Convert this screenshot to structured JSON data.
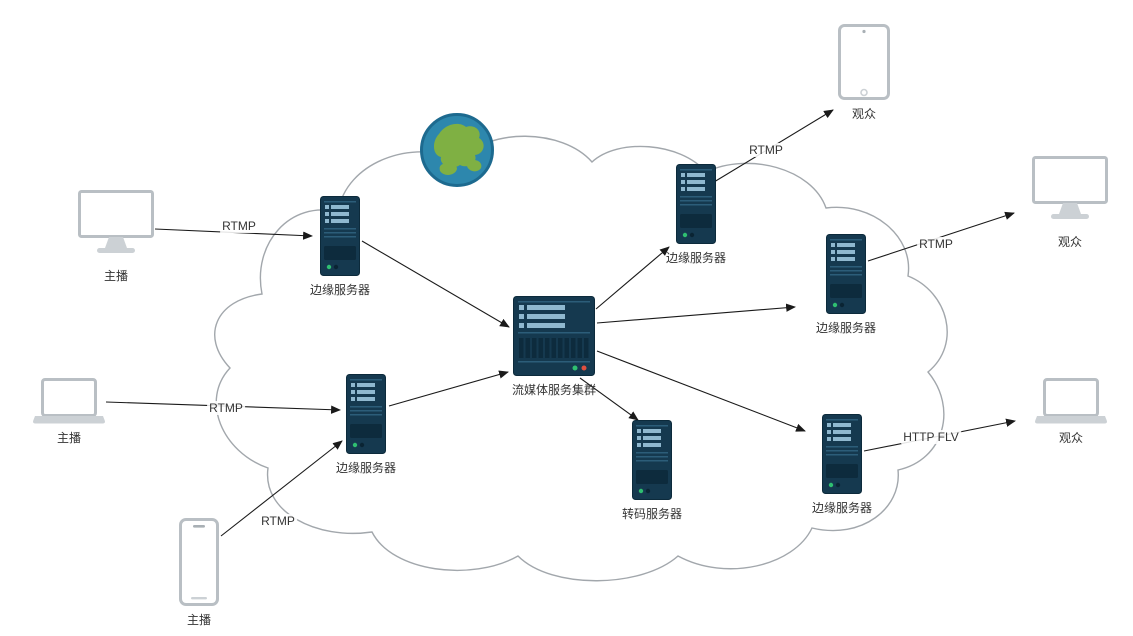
{
  "colors": {
    "server_body": "#15394f",
    "server_stripe": "#8fb8cf",
    "server_line": "#2c5d79",
    "server_panel": "#0d2b3d",
    "led_green": "#2fbf71",
    "led_red": "#e04f3f",
    "globe_ocean": "#2d87ad",
    "globe_land": "#7fb043",
    "device_frame": "#b9bfc4",
    "device_base": "#ccd1d5",
    "cloud_stroke": "#a2a7ac",
    "arrow": "#1a1a1a",
    "label_text": "#333333"
  },
  "nodes": {
    "broadcaster_desktop": {
      "label": "主播",
      "icon": "desktop-monitor-icon"
    },
    "broadcaster_laptop": {
      "label": "主播",
      "icon": "laptop-icon"
    },
    "broadcaster_phone": {
      "label": "主播",
      "icon": "smartphone-icon"
    },
    "edge_server_top_left": {
      "label": "边缘服务器",
      "icon": "server-icon"
    },
    "edge_server_bottom_left": {
      "label": "边缘服务器",
      "icon": "server-icon"
    },
    "streaming_cluster": {
      "label": "流媒体服务集群",
      "icon": "server-cluster-icon"
    },
    "edge_server_top_right": {
      "label": "边缘服务器",
      "icon": "server-icon"
    },
    "transcode_server": {
      "label": "转码服务器",
      "icon": "server-icon"
    },
    "edge_server_right": {
      "label": "边缘服务器",
      "icon": "server-icon"
    },
    "edge_server_bottom_right": {
      "label": "边缘服务器",
      "icon": "server-icon"
    },
    "viewer_tablet": {
      "label": "观众",
      "icon": "tablet-icon"
    },
    "viewer_monitor": {
      "label": "观众",
      "icon": "desktop-monitor-icon"
    },
    "viewer_laptop": {
      "label": "观众",
      "icon": "laptop-icon"
    },
    "internet_globe": {
      "label": "",
      "icon": "globe-icon"
    }
  },
  "edges": [
    {
      "from": "broadcaster_desktop",
      "to": "edge_server_top_left",
      "label": "RTMP"
    },
    {
      "from": "broadcaster_laptop",
      "to": "edge_server_bottom_left",
      "label": "RTMP"
    },
    {
      "from": "broadcaster_phone",
      "to": "edge_server_bottom_left",
      "label": "RTMP"
    },
    {
      "from": "edge_server_top_left",
      "to": "streaming_cluster",
      "label": ""
    },
    {
      "from": "edge_server_bottom_left",
      "to": "streaming_cluster",
      "label": ""
    },
    {
      "from": "streaming_cluster",
      "to": "edge_server_top_right",
      "label": ""
    },
    {
      "from": "streaming_cluster",
      "to": "edge_server_right",
      "label": ""
    },
    {
      "from": "streaming_cluster",
      "to": "transcode_server",
      "label": ""
    },
    {
      "from": "streaming_cluster",
      "to": "edge_server_bottom_right",
      "label": ""
    },
    {
      "from": "edge_server_top_right",
      "to": "viewer_tablet",
      "label": "RTMP"
    },
    {
      "from": "edge_server_right",
      "to": "viewer_monitor",
      "label": "RTMP"
    },
    {
      "from": "edge_server_bottom_right",
      "to": "viewer_laptop",
      "label": "HTTP FLV"
    }
  ]
}
